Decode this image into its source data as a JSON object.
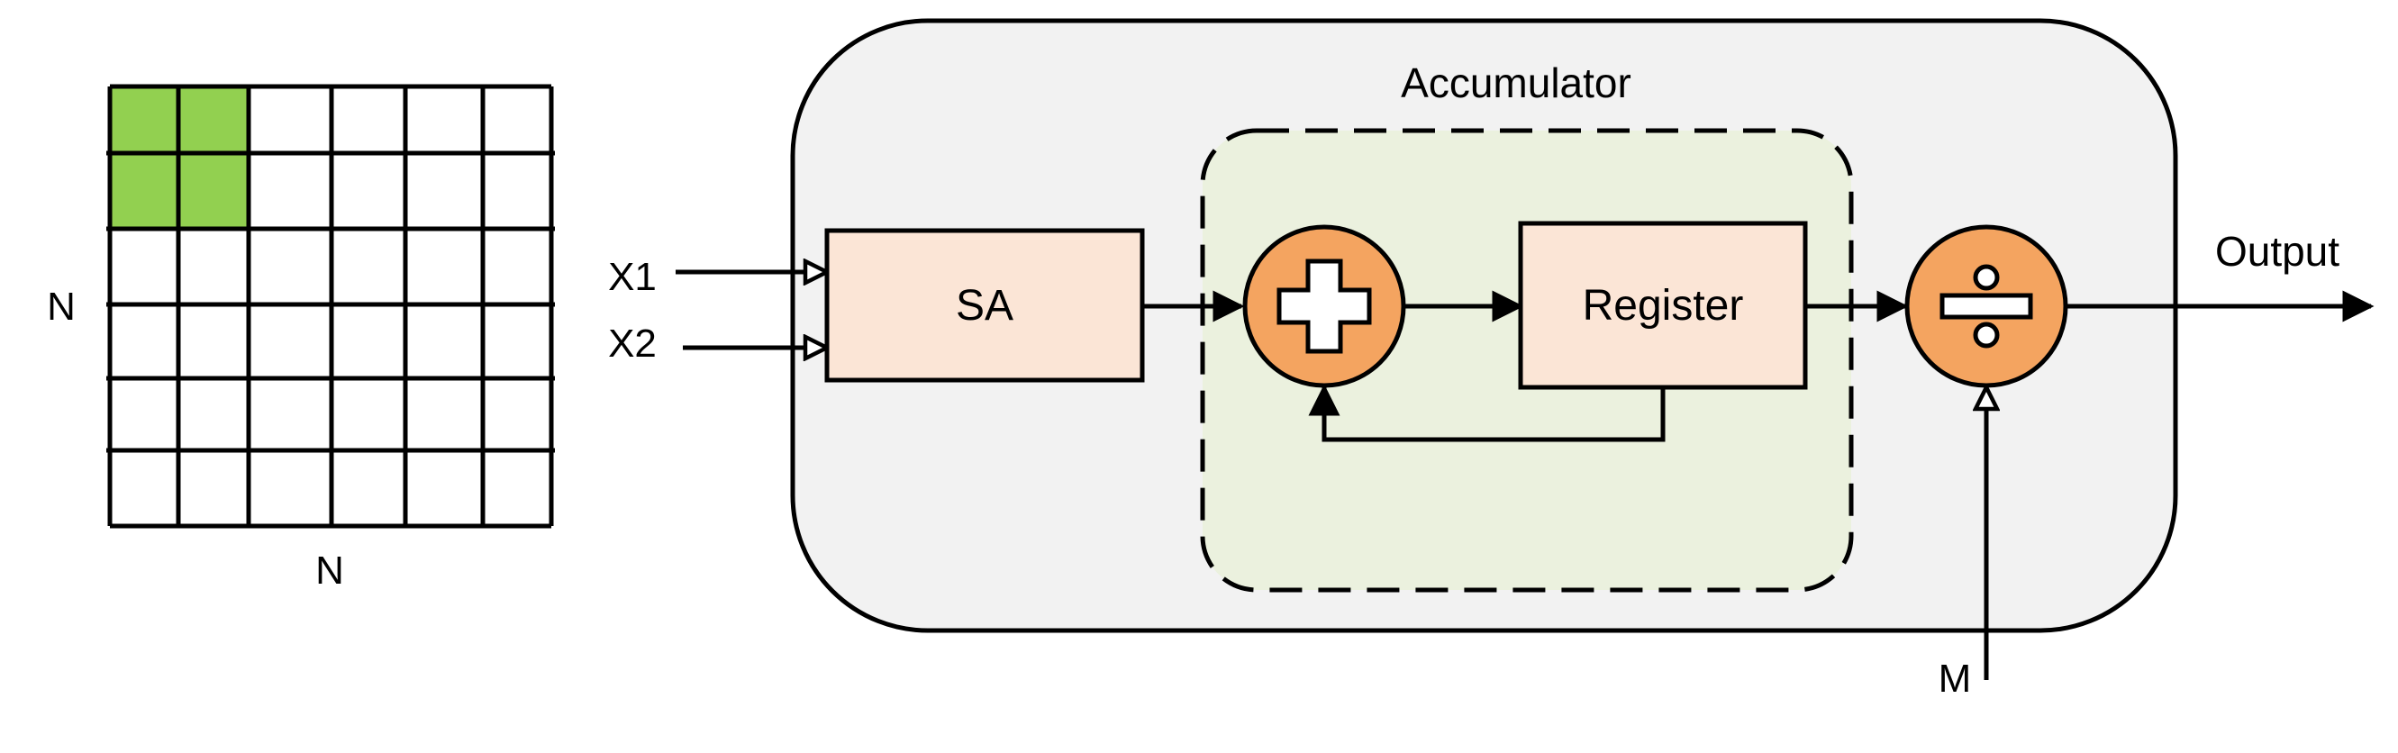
{
  "grid": {
    "rows": 6,
    "cols": 6,
    "highlighted_cells": [
      [
        0,
        0
      ],
      [
        0,
        1
      ],
      [
        1,
        0
      ],
      [
        1,
        1
      ]
    ],
    "highlight_color": "#92d050",
    "row_label": "N",
    "col_label": "N"
  },
  "inputs": {
    "x1_label": "X1",
    "x2_label": "X2"
  },
  "blocks": {
    "sa_label": "SA",
    "accumulator_label": "Accumulator",
    "register_label": "Register",
    "adder_symbol": "plus-icon",
    "divider_symbol": "divide-icon"
  },
  "outputs": {
    "output_label": "Output",
    "m_label": "M"
  },
  "colors": {
    "outer_panel": "#f2f2f2",
    "accumulator_fill": "#ebf1de",
    "block_fill": "#fbe5d6",
    "operator_fill": "#f4a460"
  }
}
